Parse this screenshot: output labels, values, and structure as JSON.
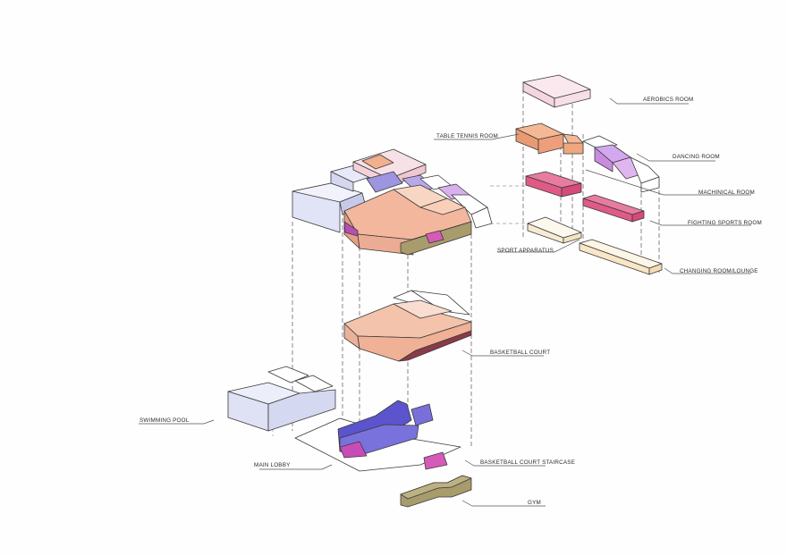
{
  "labels": {
    "aerobics": "AEROBICS ROOM",
    "table_tennis": "TABLE TENNIS ROOM",
    "dancing": "DANCING ROOM",
    "machinical": "MACHINICAL ROOM",
    "fighting": "FIGHTING SPORTS ROOM",
    "sport_apparatus": "SPORT APPARATUS",
    "changing": "CHANGING ROOM/LOUNGE",
    "basketball": "BASKETBALL COURT",
    "swimming": "SWIMMING POOL",
    "main_lobby": "MAIN LOBBY",
    "staircase": "BASKETBALL COURT STAIRCASE",
    "gym": "GYM"
  },
  "colors": {
    "aerobics": "#f7dfe6",
    "table_tennis": "#eea77f",
    "dancing": "#c98be0",
    "fighting": "#df5b86",
    "apparatus": "#fbf3e0",
    "changing": "#fcefd9",
    "basketball": "#f1b096",
    "basketball_dark": "#8a3a48",
    "pool": "#dcdff3",
    "lobby": "#6b62d6",
    "staircase": "#d65ab8",
    "gym": "#a09468"
  }
}
